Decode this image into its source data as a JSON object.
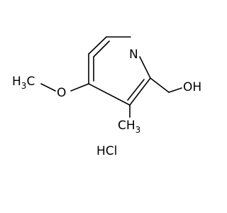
{
  "molecule": {
    "labels": {
      "ring_nitrogen": "N",
      "hydroxyl": "OH",
      "ether_oxygen": "O",
      "methoxy_h": "H",
      "methoxy_sub": "3",
      "methoxy_c": "C",
      "methyl_c": "CH",
      "methyl_sub": "3"
    },
    "salt": "HCl"
  }
}
